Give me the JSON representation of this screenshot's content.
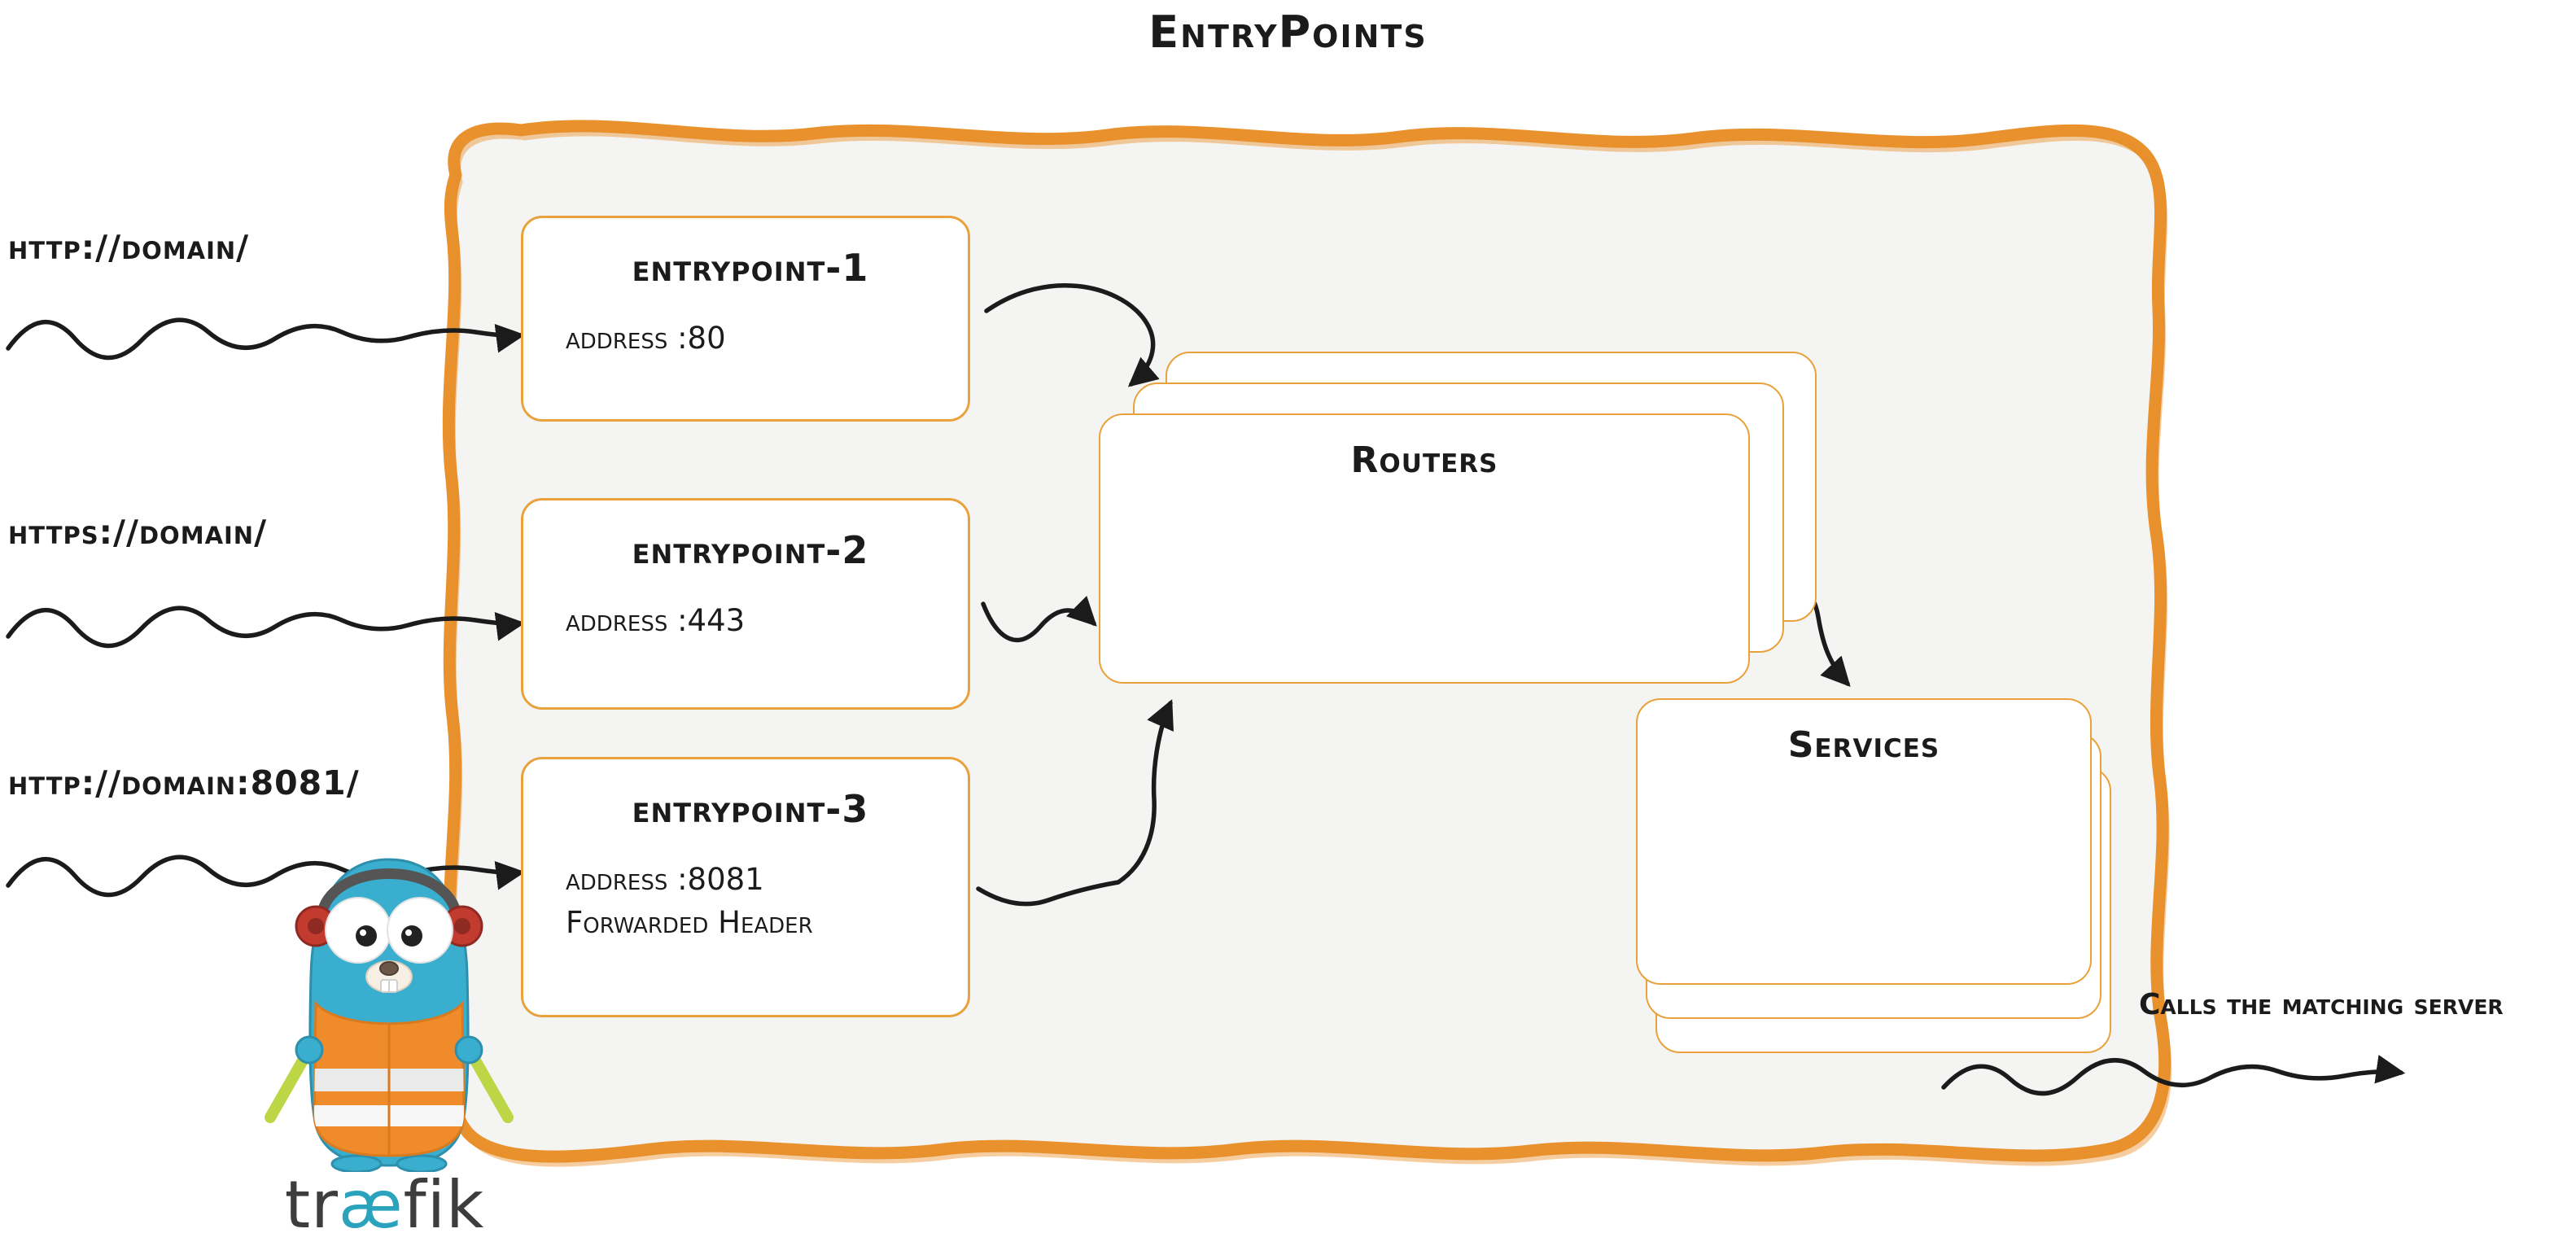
{
  "title": "EntryPoints",
  "requests": [
    {
      "label": "http://domain/"
    },
    {
      "label": "https://domain/"
    },
    {
      "label": "http://domain:8081/"
    }
  ],
  "entrypoints": [
    {
      "name": "entrypoint-1",
      "address": "address :80"
    },
    {
      "name": "entrypoint-2",
      "address": "address :443"
    },
    {
      "name": "entrypoint-3",
      "address": "address :8081",
      "extra": "Forwarded Header"
    }
  ],
  "routers": {
    "label": "Routers"
  },
  "services": {
    "label": "Services"
  },
  "annotation": {
    "label": "Calls the matching server"
  },
  "logo": {
    "pre": "tr",
    "mid": "æ",
    "post": "fik"
  },
  "colors": {
    "container_border": "#E8912D",
    "box_border": "#E9A23B",
    "container_fill": "#F4F4F3",
    "ink": "#1B1B1B",
    "logo_teal": "#2BA3BD",
    "gopher_blue": "#39AECE",
    "vest_orange": "#EF8B2B"
  }
}
